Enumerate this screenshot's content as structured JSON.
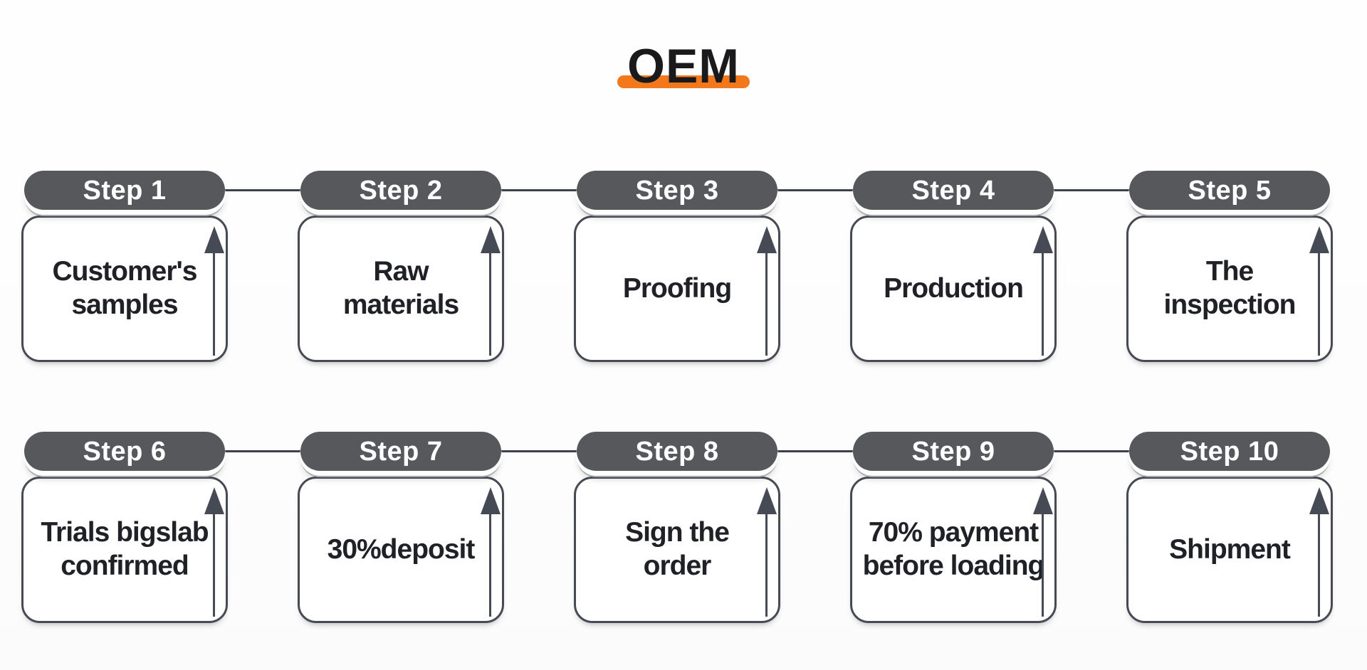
{
  "title": {
    "text": "OEM"
  },
  "colors": {
    "accent_orange": "#f2781b",
    "pill_gray": "#56585c",
    "box_border": "#464a52",
    "text_dark": "#1f2126",
    "arrow_gray": "#454a54",
    "connector_gray": "#3c414b",
    "background": "#fdfdfd"
  },
  "steps": [
    {
      "label": "Step 1",
      "description": "Customer's\nsamples"
    },
    {
      "label": "Step 2",
      "description": "Raw\nmaterials"
    },
    {
      "label": "Step 3",
      "description": "Proofing"
    },
    {
      "label": "Step 4",
      "description": "Production"
    },
    {
      "label": "Step 5",
      "description": "The\ninspection"
    },
    {
      "label": "Step 6",
      "description": "Trials bigslab\nconfirmed"
    },
    {
      "label": "Step 7",
      "description": "30%deposit"
    },
    {
      "label": "Step 8",
      "description": "Sign the\norder"
    },
    {
      "label": "Step 9",
      "description": "70% payment\nbefore loading"
    },
    {
      "label": "Step 10",
      "description": "Shipment"
    }
  ]
}
